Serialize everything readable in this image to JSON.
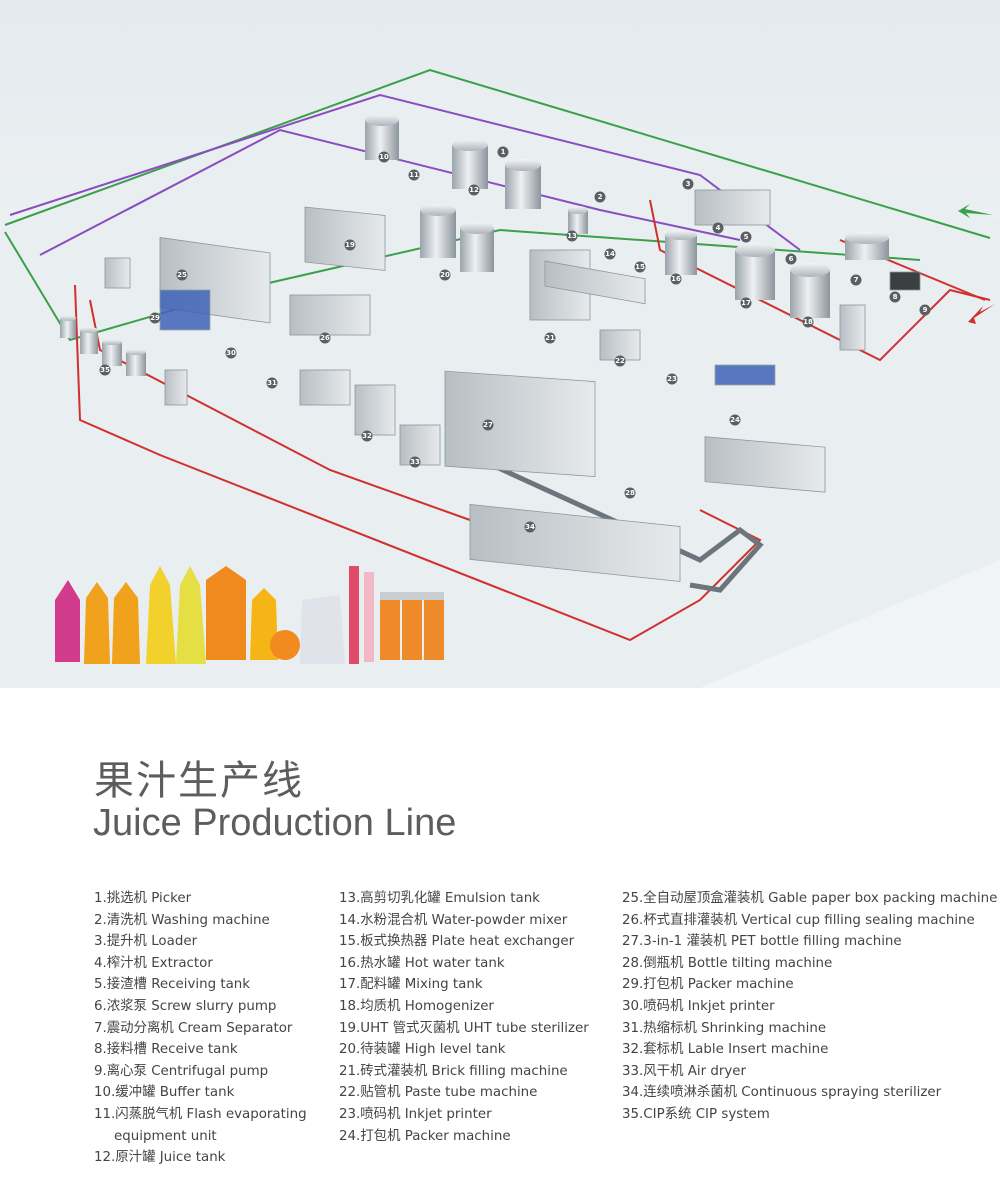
{
  "title_cn": "果汁生产线",
  "title_en": "Juice Production Line",
  "colors": {
    "cip_green": "#3aa04a",
    "steam_purple": "#8a4cc0",
    "hot_red": "#d0312d"
  },
  "legend": {
    "col1": [
      "1.挑选机 Picker",
      "2.清洗机 Washing machine",
      "3.提升机 Loader",
      "4.榨汁机 Extractor",
      "5.接渣槽 Receiving tank",
      "6.浓浆泵 Screw slurry pump",
      "7.震动分离机 Cream Separator",
      "8.接料槽 Receive tank",
      "9.离心泵 Centrifugal pump",
      "10.缓冲罐 Buffer tank",
      "11.闪蒸脱气机 Flash evaporating",
      "equipment unit",
      "12.原汁罐 Juice tank"
    ],
    "col2": [
      "13.高剪切乳化罐 Emulsion tank",
      "14.水粉混合机 Water-powder mixer",
      "15.板式换热器 Plate heat exchanger",
      "16.热水罐 Hot water tank",
      "17.配料罐 Mixing tank",
      "18.均质机 Homogenizer",
      "19.UHT 管式灭菌机 UHT tube sterilizer",
      "20.待装罐 High level tank",
      "21.砖式灌装机 Brick filling machine",
      "22.贴管机 Paste tube machine",
      "23.喷码机 Inkjet printer",
      "24.打包机 Packer machine"
    ],
    "col3": [
      "25.全自动屋顶盒灌装机 Gable paper box packing machine",
      "26.杯式直排灌装机 Vertical cup filling sealing machine",
      "27.3-in-1 灌装机 PET bottle filling machine",
      "28.倒瓶机 Bottle tilting machine",
      "29.打包机 Packer machine",
      "30.喷码机 Inkjet printer",
      "31.热缩标机 Shrinking machine",
      "32.套标机 Lable Insert machine",
      "33.风干机 Air dryer",
      "34.连续喷淋杀菌机 Continuous spraying sterilizer",
      "35.CIP系统 CIP system"
    ]
  },
  "scene_badges": [
    "1",
    "2",
    "3",
    "4",
    "5",
    "6",
    "7",
    "8",
    "9",
    "10",
    "11",
    "12",
    "13",
    "14",
    "15",
    "16",
    "17",
    "18",
    "19",
    "20",
    "21",
    "22",
    "23",
    "24",
    "25",
    "26",
    "27",
    "28",
    "29",
    "30",
    "31",
    "32",
    "33",
    "34",
    "35"
  ]
}
